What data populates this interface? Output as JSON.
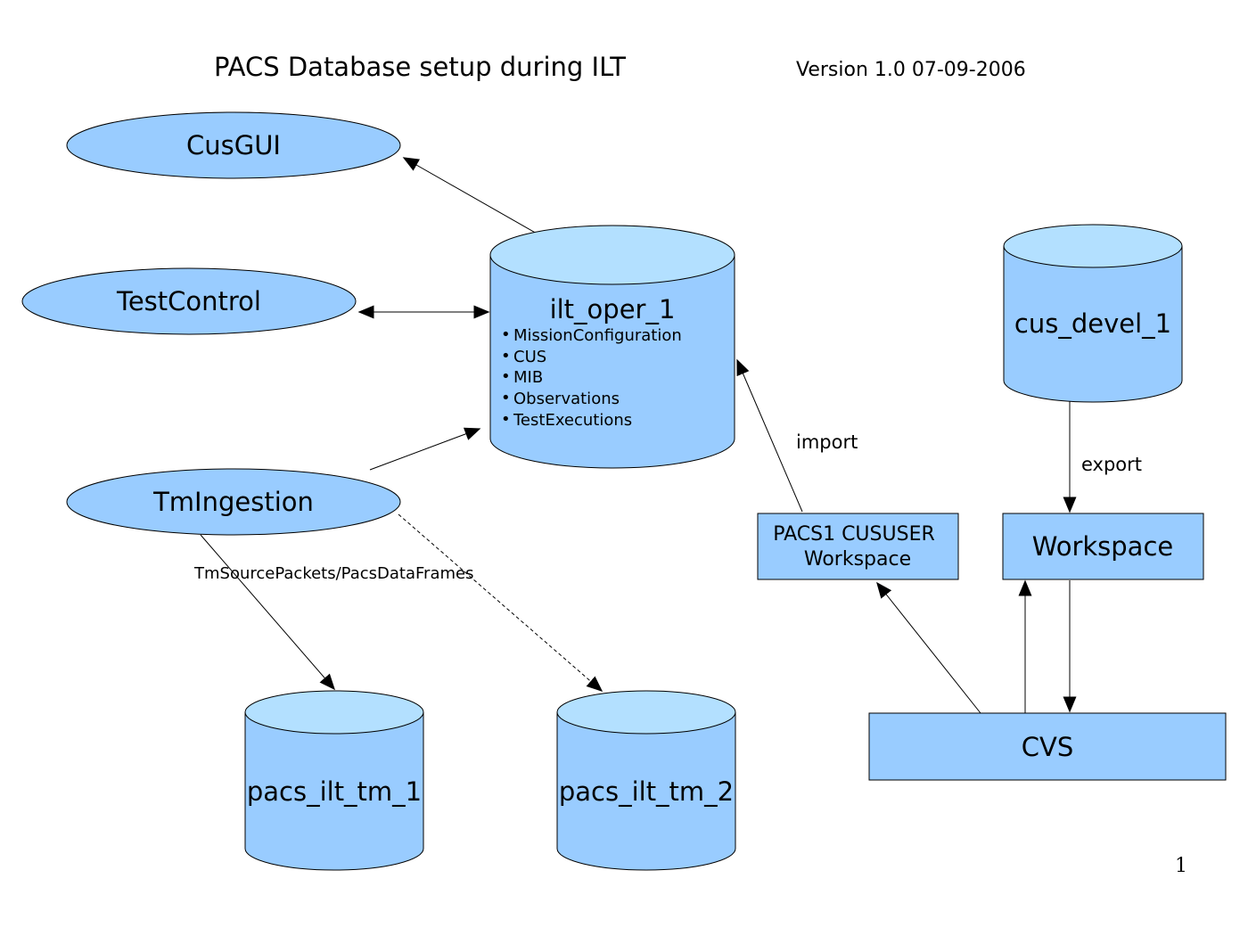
{
  "header": {
    "title": "PACS Database setup during ILT",
    "version": "Version 1.0  07-09-2006"
  },
  "colors": {
    "node_fill": "#99ccff",
    "cylinder_top": "#b3e0ff",
    "stroke": "#000000"
  },
  "nodes": {
    "cusgui": "CusGUI",
    "testcontrol": "TestControl",
    "tmingestion": "TmIngestion",
    "ilt_oper": {
      "label": "ilt_oper_1",
      "items": [
        "MissionConfiguration",
        "CUS",
        "MIB",
        "Observations",
        "TestExecutions"
      ]
    },
    "cus_devel": "cus_devel_1",
    "pacs_ilt_tm_1": "pacs_ilt_tm_1",
    "pacs_ilt_tm_2": "pacs_ilt_tm_2",
    "pacs1_cususer": {
      "line1": "PACS1 CUSUSER",
      "line2": "Workspace"
    },
    "workspace": "Workspace",
    "cvs": "CVS"
  },
  "edges": {
    "import_label": "import",
    "export_label": "export",
    "tm_label": "TmSourcePackets/PacsDataFrames"
  },
  "page_number": "1"
}
